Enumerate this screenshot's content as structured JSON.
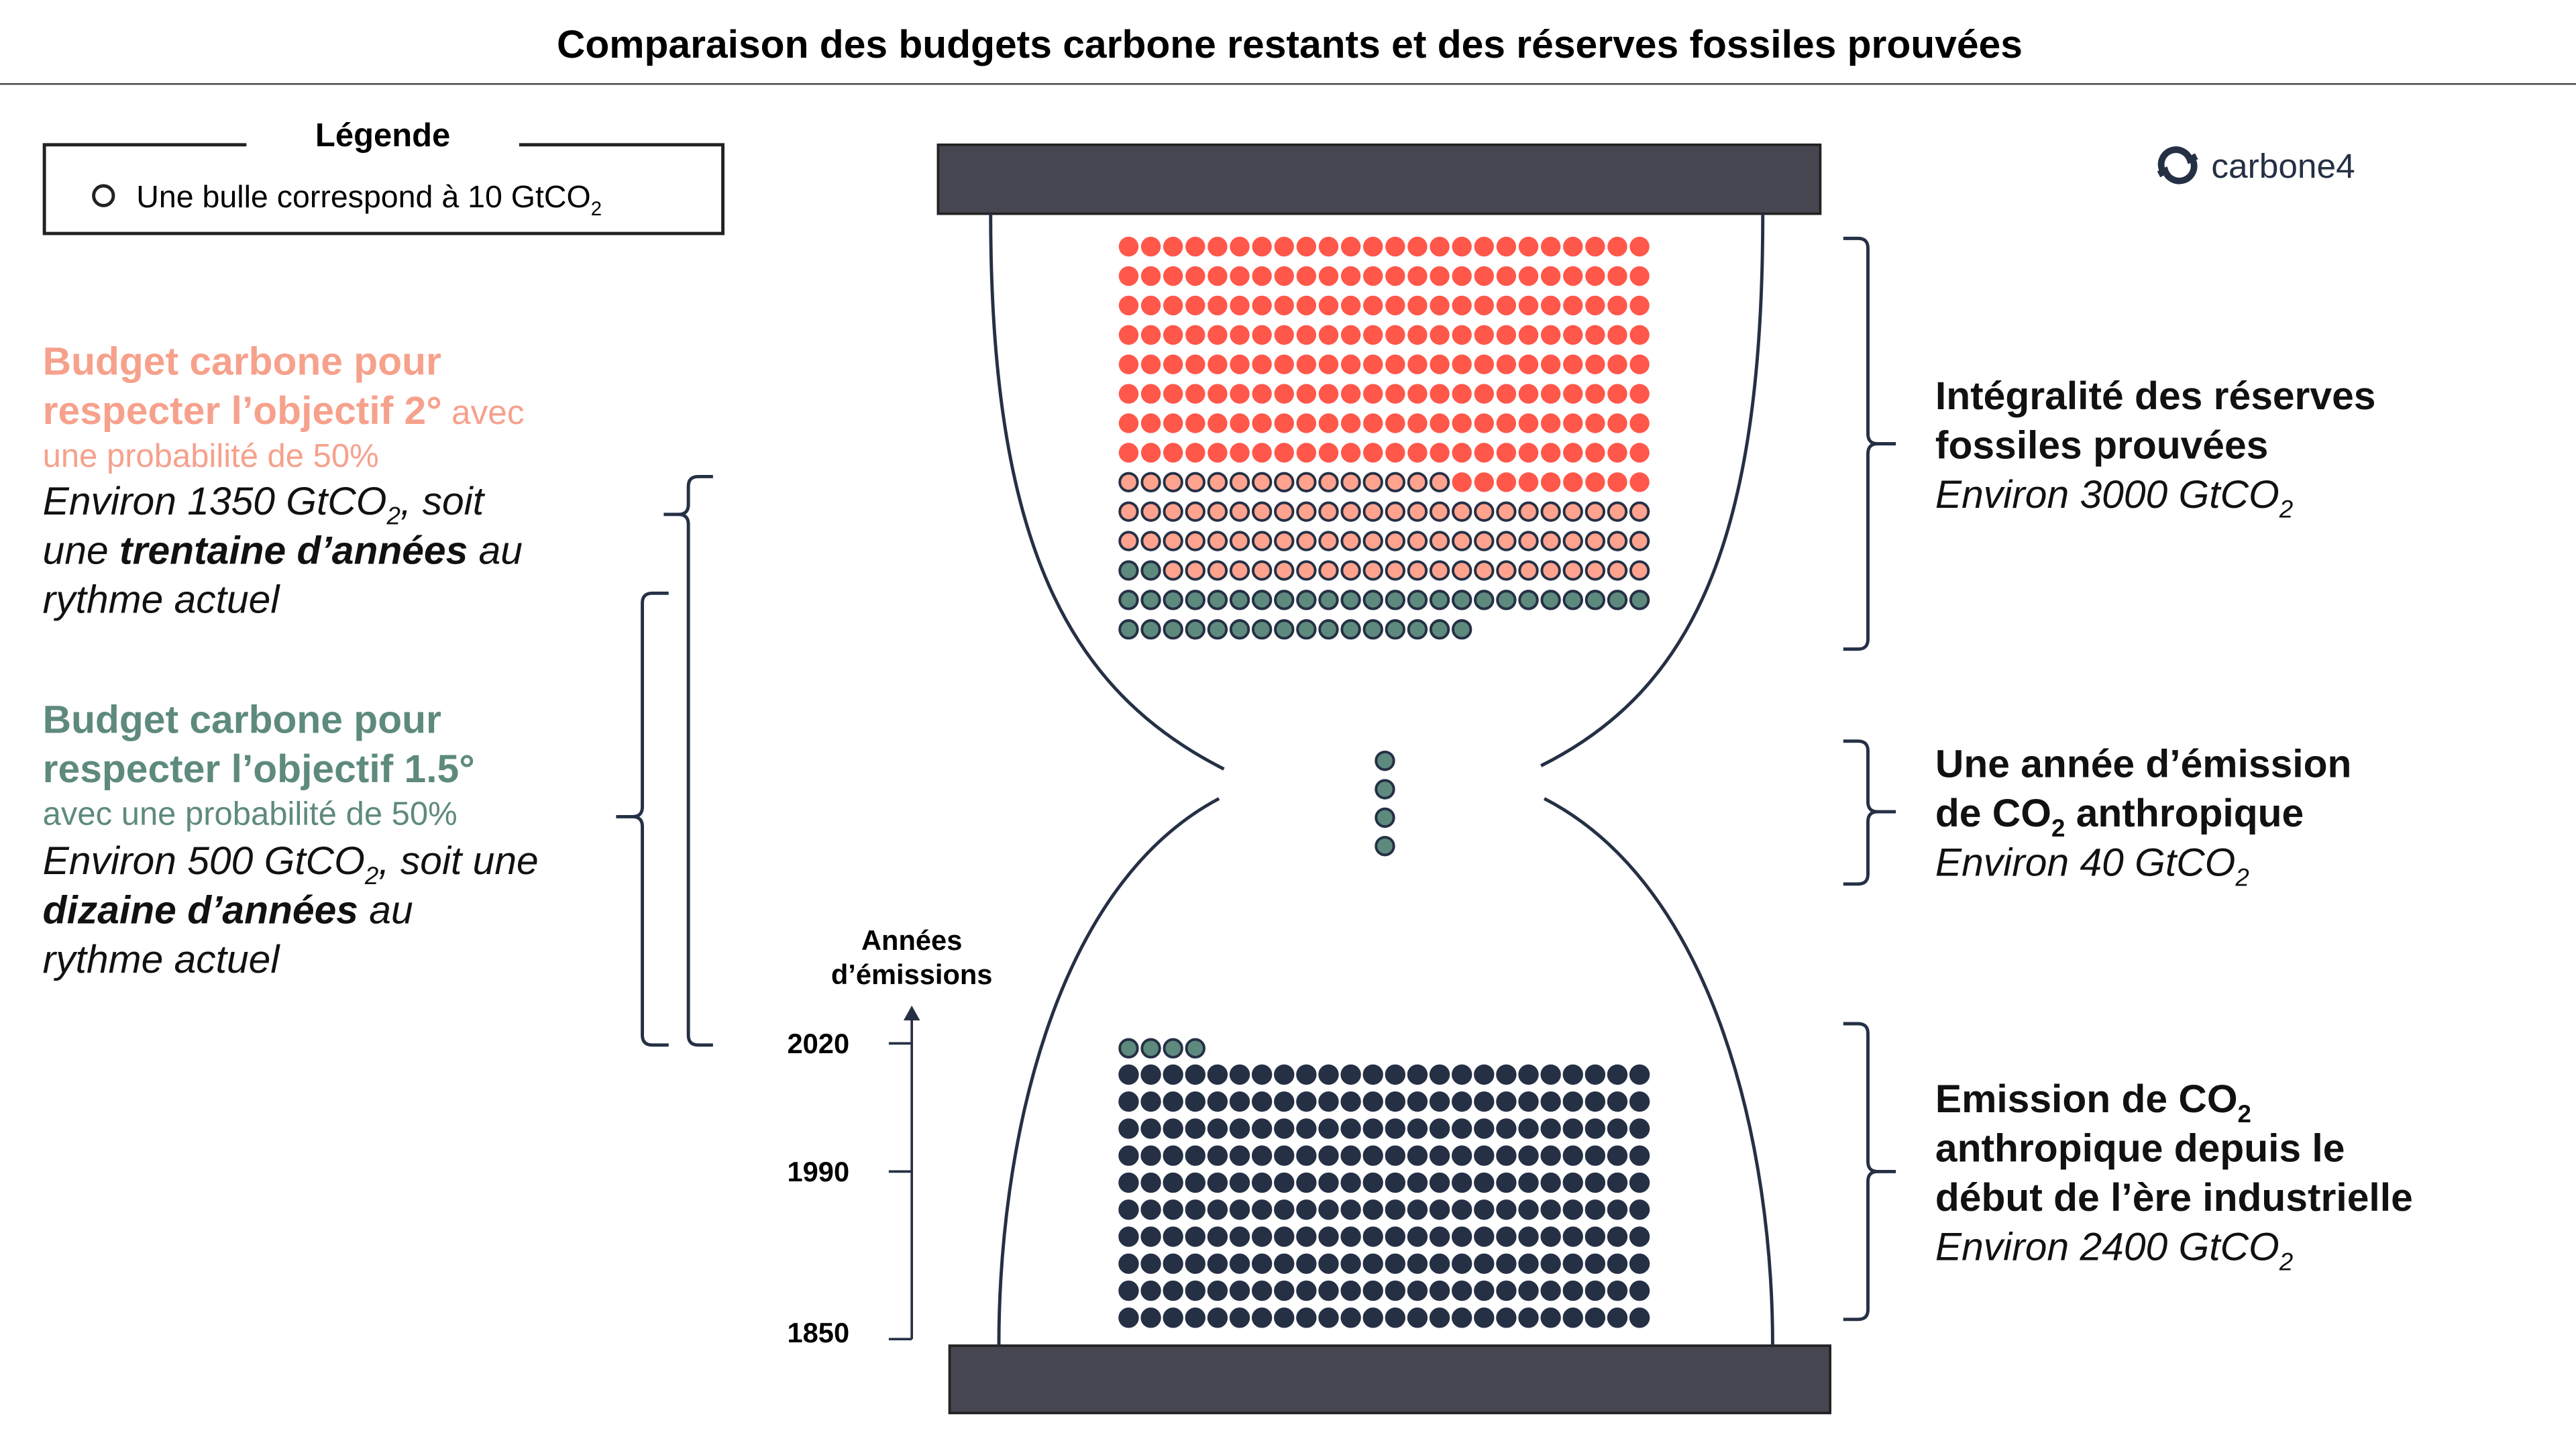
{
  "title": "Comparaison des budgets carbone restants et des réserves fossiles prouvées",
  "legend": {
    "heading": "Légende",
    "text": "Une bulle correspond à 10 GtCO",
    "sub": "2"
  },
  "logo": {
    "text": "carbone4"
  },
  "left": {
    "budget2": {
      "l1": "Budget carbone pour",
      "l2": "respecter l’objectif 2°",
      "l2b": " avec",
      "l3": "une probabilité de 50%",
      "l4a": "Environ 1350 GtCO",
      "l4sub": "2",
      "l4b": ", soit",
      "l5a": "une ",
      "l5b": "trentaine d’années",
      "l5c": " au",
      "l6": "rythme actuel"
    },
    "budget15": {
      "l1": "Budget carbone pour",
      "l2": "respecter l’objectif 1.5°",
      "l3": "avec une probabilité de 50%",
      "l4a": "Environ 500 GtCO",
      "l4sub": "2",
      "l4b": ", soit une",
      "l5b": "dizaine d’années",
      "l5c": " au",
      "l6": "rythme actuel"
    }
  },
  "right": {
    "reserves": {
      "l1": "Intégralité des réserves",
      "l2": "fossiles prouvées",
      "l3a": "Environ 3000 GtCO",
      "l3sub": "2"
    },
    "year": {
      "l1": "Une année d’émission",
      "l2a": "de CO",
      "l2sub": "2",
      "l2b": " anthropique",
      "l3a": "Environ 40 GtCO",
      "l3sub": "2"
    },
    "past": {
      "l1a": "Emission de CO",
      "l1sub": "2",
      "l2": "anthropique depuis le",
      "l3": "début de l’ère industrielle",
      "l4a": "Environ 2400 GtCO",
      "l4sub": "2"
    }
  },
  "axis": {
    "label1": "Années",
    "label2": "d’émissions",
    "ticks": [
      "2020",
      "1990",
      "1850"
    ]
  },
  "colors": {
    "red": "#FF574A",
    "pink": "#FFA38F",
    "green": "#5E8A7E",
    "dark": "#253045",
    "bar": "#454650"
  },
  "bubbles": {
    "columns": 24,
    "top_rows": [
      [
        [
          "red",
          24
        ]
      ],
      [
        [
          "red",
          24
        ]
      ],
      [
        [
          "red",
          24
        ]
      ],
      [
        [
          "red",
          24
        ]
      ],
      [
        [
          "red",
          24
        ]
      ],
      [
        [
          "red",
          24
        ]
      ],
      [
        [
          "red",
          24
        ]
      ],
      [
        [
          "red",
          24
        ]
      ],
      [
        [
          "pink",
          15
        ],
        [
          "red",
          9
        ]
      ],
      [
        [
          "pink",
          24
        ]
      ],
      [
        [
          "pink",
          24
        ]
      ],
      [
        [
          "green",
          2
        ],
        [
          "pink",
          22
        ]
      ],
      [
        [
          "green",
          24
        ]
      ],
      [
        [
          "green",
          16
        ]
      ]
    ],
    "middle_count": 4,
    "bottom_rows": [
      [
        [
          "green",
          4
        ]
      ],
      [
        [
          "dark",
          24
        ]
      ],
      [
        [
          "dark",
          24
        ]
      ],
      [
        [
          "dark",
          24
        ]
      ],
      [
        [
          "dark",
          24
        ]
      ],
      [
        [
          "dark",
          24
        ]
      ],
      [
        [
          "dark",
          24
        ]
      ],
      [
        [
          "dark",
          24
        ]
      ],
      [
        [
          "dark",
          24
        ]
      ],
      [
        [
          "dark",
          24
        ]
      ],
      [
        [
          "dark",
          24
        ]
      ]
    ]
  }
}
